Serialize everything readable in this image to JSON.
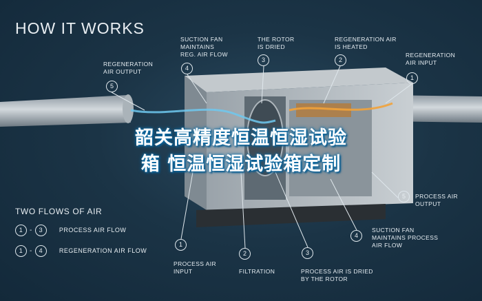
{
  "header": {
    "title": "HOW IT WORKS"
  },
  "overlay": {
    "line1": "韶关高精度恒温恒湿试验",
    "line2": "箱  恒温恒湿试验箱定制"
  },
  "callouts_top": [
    {
      "number": "5",
      "label": "REGENERATION\nAIR OUTPUT"
    },
    {
      "number": "4",
      "label": "SUCTION FAN\nMAINTAINS\nREG. AIR FLOW"
    },
    {
      "number": "3",
      "label": "THE ROTOR\nIS DRIED"
    },
    {
      "number": "2",
      "label": "REGENERATION AIR\nIS HEATED"
    },
    {
      "number": "1",
      "label": "REGENERATION\nAIR INPUT"
    }
  ],
  "callouts_bottom": [
    {
      "number": "1",
      "label": "PROCESS AIR\nINPUT"
    },
    {
      "number": "2",
      "label": "FILTRATION"
    },
    {
      "number": "3",
      "label": "PROCESS AIR IS DRIED\nBY THE ROTOR"
    },
    {
      "number": "4",
      "label": "SUCTION FAN\nMAINTAINS PROCESS\nAIR FLOW"
    },
    {
      "number": "5",
      "label": "PROCESS AIR\nOUTPUT"
    }
  ],
  "legend": {
    "title": "TWO FLOWS OF AIR",
    "rows": [
      {
        "from": "1",
        "to": "3",
        "label": "PROCESS AIR FLOW"
      },
      {
        "from": "1",
        "to": "4",
        "label": "REGENERATION AIR FLOW"
      }
    ]
  },
  "colors": {
    "background": "#1b3446",
    "text": "#e8eef2",
    "cool_flow": "#6fc8ee",
    "warm_flow": "#f2a23a",
    "overlay_glow": "#0d6ea8"
  }
}
